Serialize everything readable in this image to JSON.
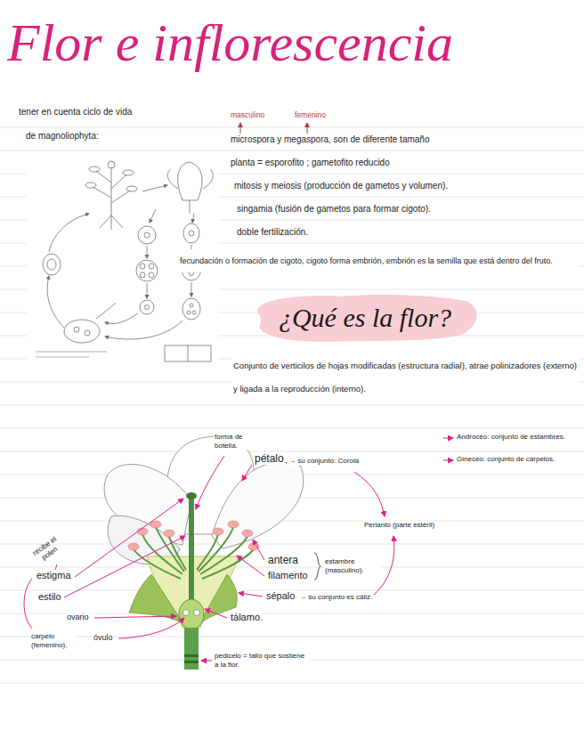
{
  "diagram": {
    "title": "Flor e inflorescencia",
    "nodes": [
      {
        "text": [
          "¿Qué es la flor?"
        ]
      }
    ],
    "labels": [
      "tener en cuenta ciclo de vida",
      "de magnoliophyta:",
      "masculino",
      "femenino",
      "microspora y megaspora, son de diferente tamaño",
      "planta = esporofito ; gametofito reducido",
      "mitosis y meiosis (producción de gametos y volumen).",
      "singamia (fusión de gametos para formar cigoto).",
      "doble fertilización.",
      "fecundación o formación de cigoto, cigoto forma embrión, embrión es la semilla que está dentro del fruto.",
      "Conjunto de verticilos de hojas modificadas (estructura radial), atrae polinizadores (externo) y ligada a la reproducción (interno).",
      "Androceo: conjunto de estambres.",
      "Gineceo: conjunto de carpelos.",
      "forma de botella.",
      "pétalo",
      "→ su conjunto: Corola",
      "Perianto (parte estéril)",
      "antera",
      "filamento",
      "estambre (masculino).",
      "sépalo",
      "→ su conjunto es cáliz.",
      "tálamo.",
      "pedicelo = tallo que sostiene a la flor.",
      "recibe el polen",
      "estigma",
      "estilo",
      "ovario",
      "óvulo",
      "carpelo (femenino)."
    ]
  }
}
